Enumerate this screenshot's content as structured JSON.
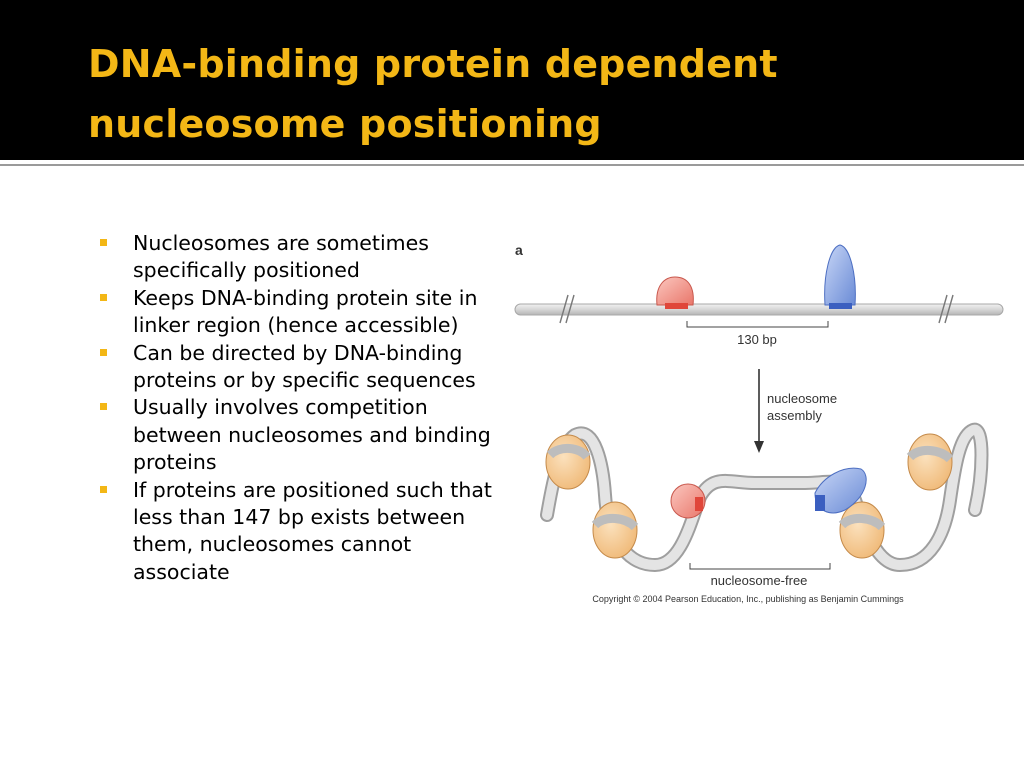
{
  "slide": {
    "title_line1": "DNA-binding protein dependent",
    "title_line2": "nucleosome positioning",
    "bullets": [
      "Nucleosomes are sometimes specifically positioned",
      "Keeps DNA-binding protein site in linker region (hence accessible)",
      "Can be directed by DNA-binding proteins or by specific sequences",
      "Usually involves competition between nucleosomes and binding proteins",
      "If proteins are positioned such that less than 147 bp exists between them, nucleosomes cannot associate"
    ]
  },
  "figure": {
    "panel_label": "a",
    "spacing_label": "130 bp",
    "arrow_label_line1": "nucleosome",
    "arrow_label_line2": "assembly",
    "free_region_label": "nucleosome-free",
    "copyright": "Copyright © 2004 Pearson Education, Inc., publishing as Benjamin Cummings"
  },
  "colors": {
    "title": "#f3b716",
    "bullet_marker": "#f3b716",
    "title_band": "#000000",
    "nucleosome_fill": "#f6cc96",
    "dna": "#d9d9d9",
    "red_protein": "#f08a7f",
    "blue_protein": "#7f9fe0"
  }
}
